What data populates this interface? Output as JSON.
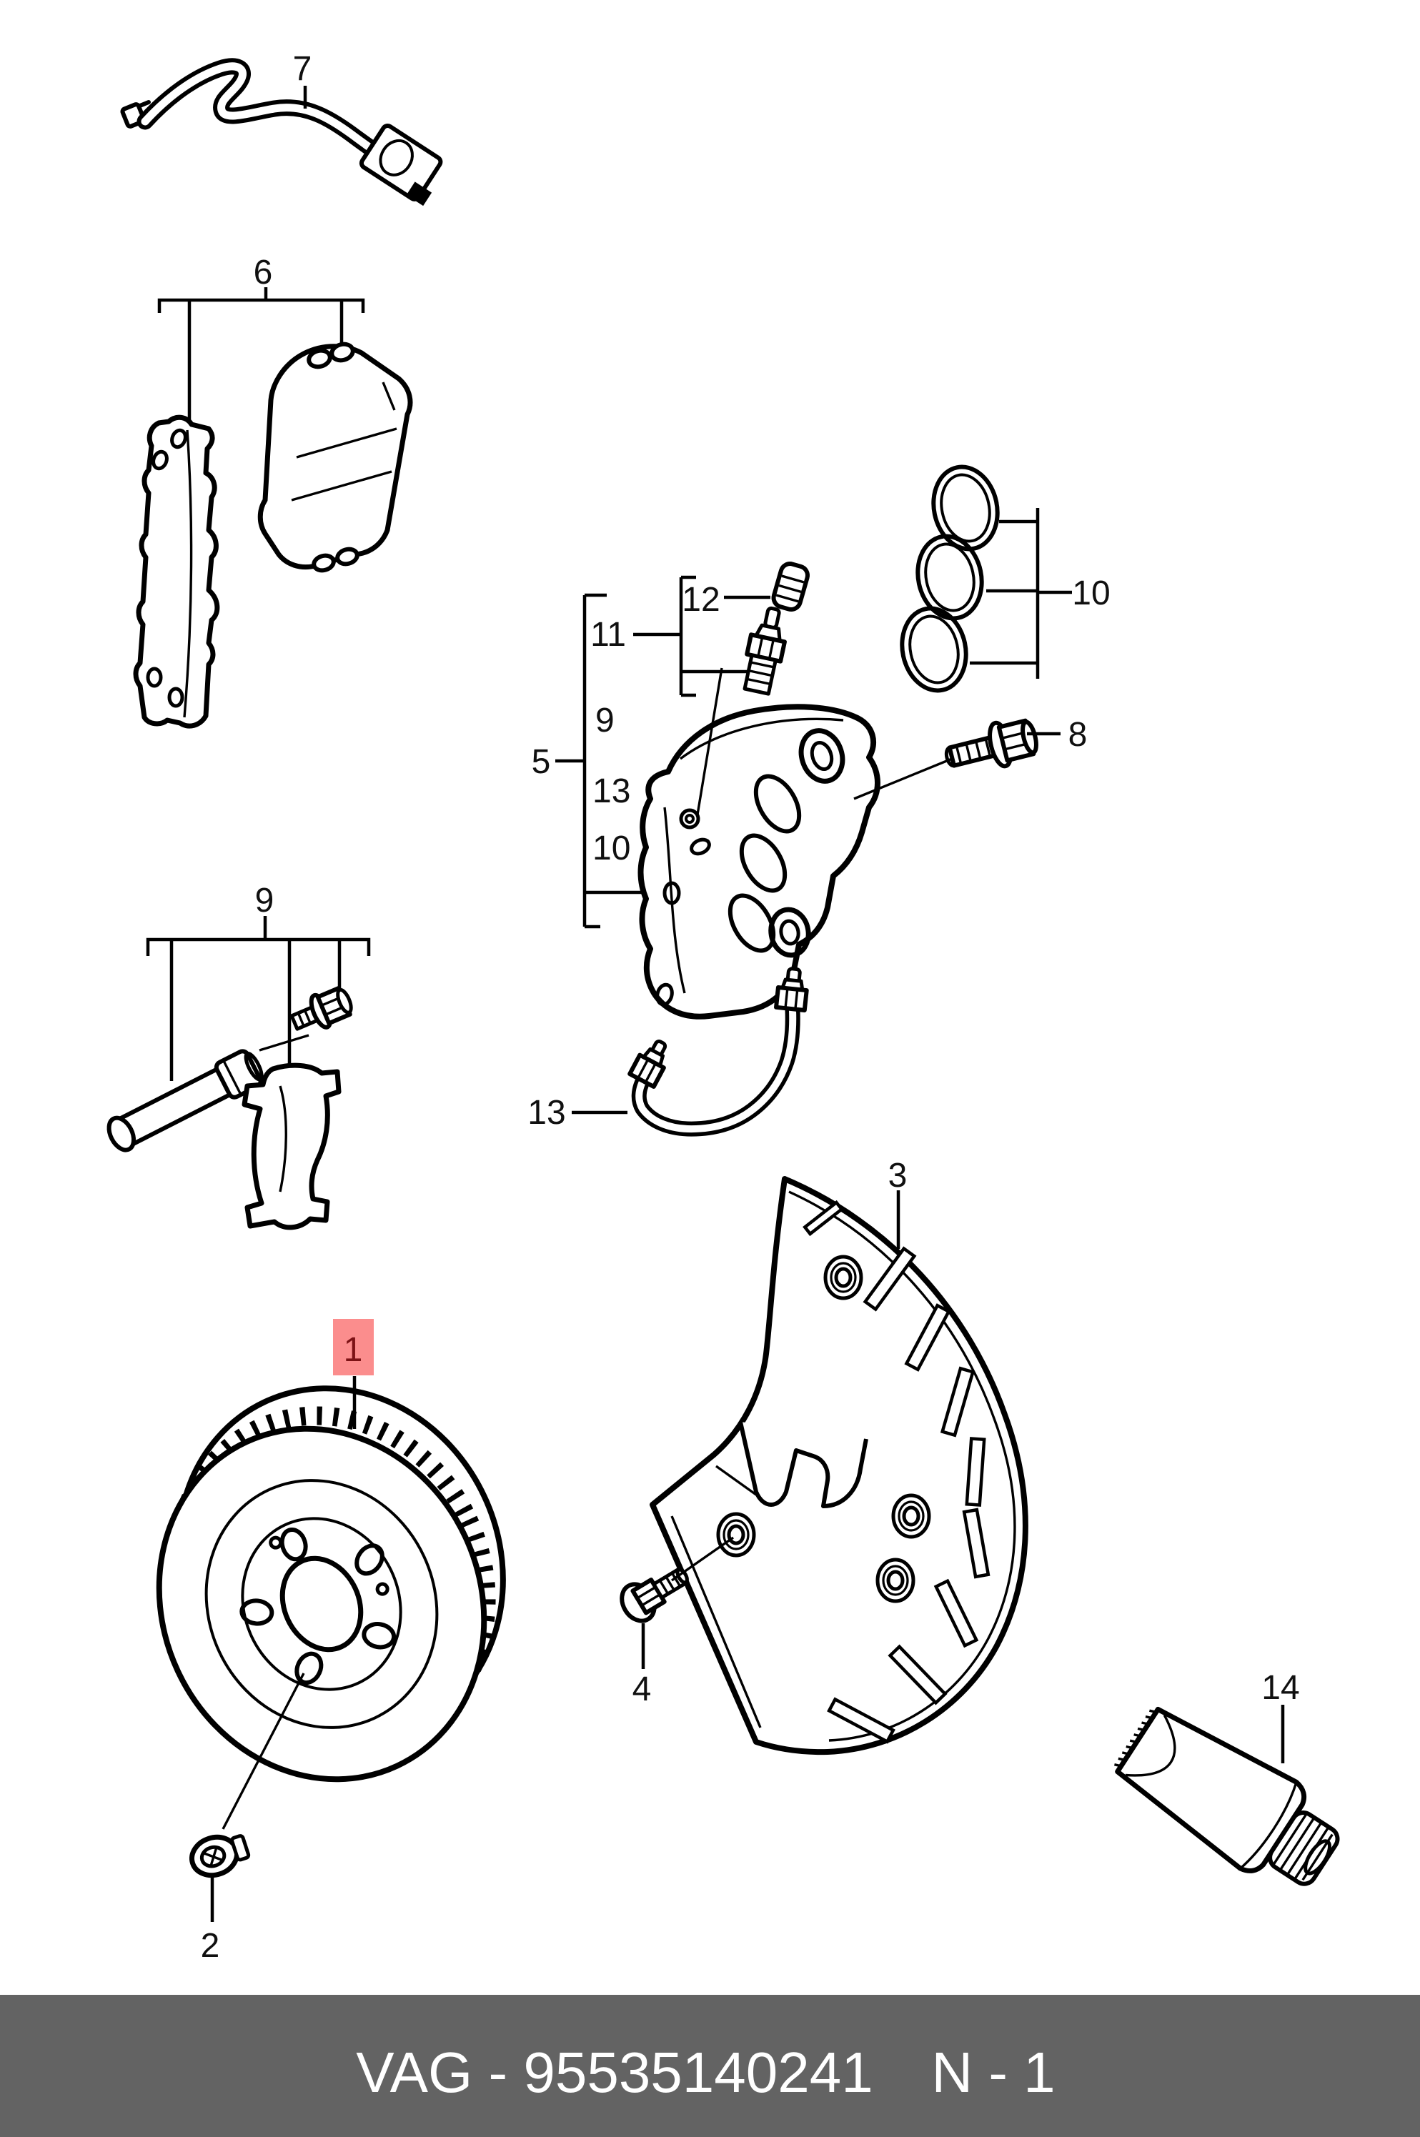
{
  "diagram": {
    "callouts": {
      "wear_sensor": "7",
      "brake_pads": "6",
      "caliper_kit": "5",
      "kit_item_guide": "9",
      "kit_item_hose": "13",
      "kit_item_seals": "10",
      "bleed_valve": "11",
      "dust_cap": "12",
      "seal_rings": "10",
      "caliper_bolt": "8",
      "guide_pin_kit": "9",
      "brake_hose": "13",
      "splash_shield": "3",
      "brake_disc": "1",
      "disc_screw": "2",
      "shield_bolt": "4",
      "grease_tube": "14"
    },
    "highlight": {
      "fill": "#fb8d8d",
      "text_color": "#7c1215"
    },
    "footer": {
      "bar_color": "#636363",
      "text_color": "#ffffff",
      "catalog_code": "VAG - 95535140241",
      "page_ref": "N - 1"
    }
  }
}
